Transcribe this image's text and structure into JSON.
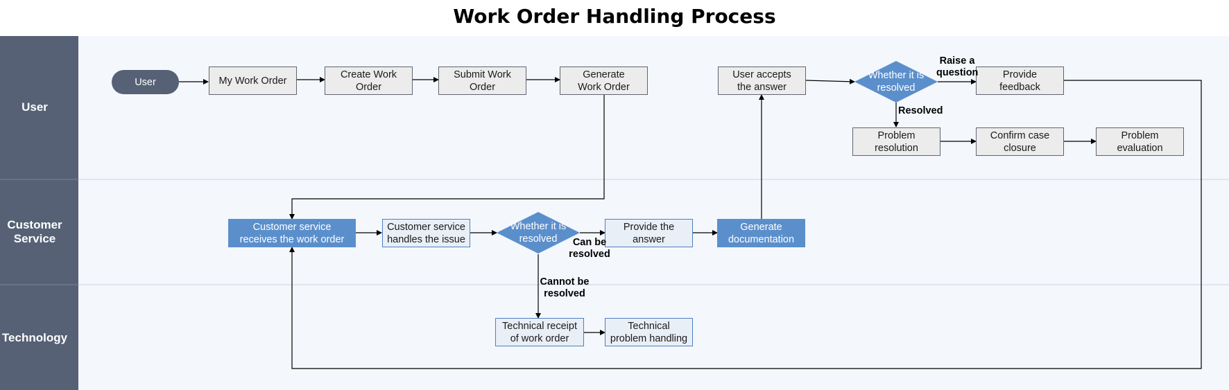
{
  "title": "Work Order Handling Process",
  "colors": {
    "lane_header": "#566176",
    "lane_bg": "#f4f7fc",
    "process_gray": "#ececec",
    "process_blue": "#5b8fcc",
    "process_light": "#e9eff7",
    "connector": "#000000"
  },
  "lanes": [
    {
      "id": "user",
      "label": "User"
    },
    {
      "id": "customer_service",
      "label": "Customer\nService"
    },
    {
      "id": "technology",
      "label": "Technology"
    }
  ],
  "nodes": {
    "user_start": "User",
    "my_work_order": "My Work Order",
    "create_work_order": "Create Work Order",
    "submit_work_order": "Submit Work Order",
    "generate_work_order": "Generate\nWork Order",
    "user_accepts_answer": "User accepts\nthe answer",
    "user_decision": "Whether it is\nresolved",
    "provide_feedback": "Provide\nfeedback",
    "problem_resolution": "Problem\nresolution",
    "confirm_case_closure": "Confirm case\nclosure",
    "problem_evaluation": "Problem\nevaluation",
    "cs_receives": "Customer service\nreceives the work order",
    "cs_handles": "Customer service\nhandles the issue",
    "cs_decision": "Whether it is\nresolved",
    "provide_answer": "Provide the\nanswer",
    "generate_documentation": "Generate\ndocumentation",
    "technical_receipt": "Technical receipt\nof work order",
    "technical_handling": "Technical\nproblem handling"
  },
  "edge_labels": {
    "raise_question": "Raise a\nquestion",
    "resolved": "Resolved",
    "can_be_resolved": "Can be\nresolved",
    "cannot_be_resolved": "Cannot be\nresolved"
  }
}
